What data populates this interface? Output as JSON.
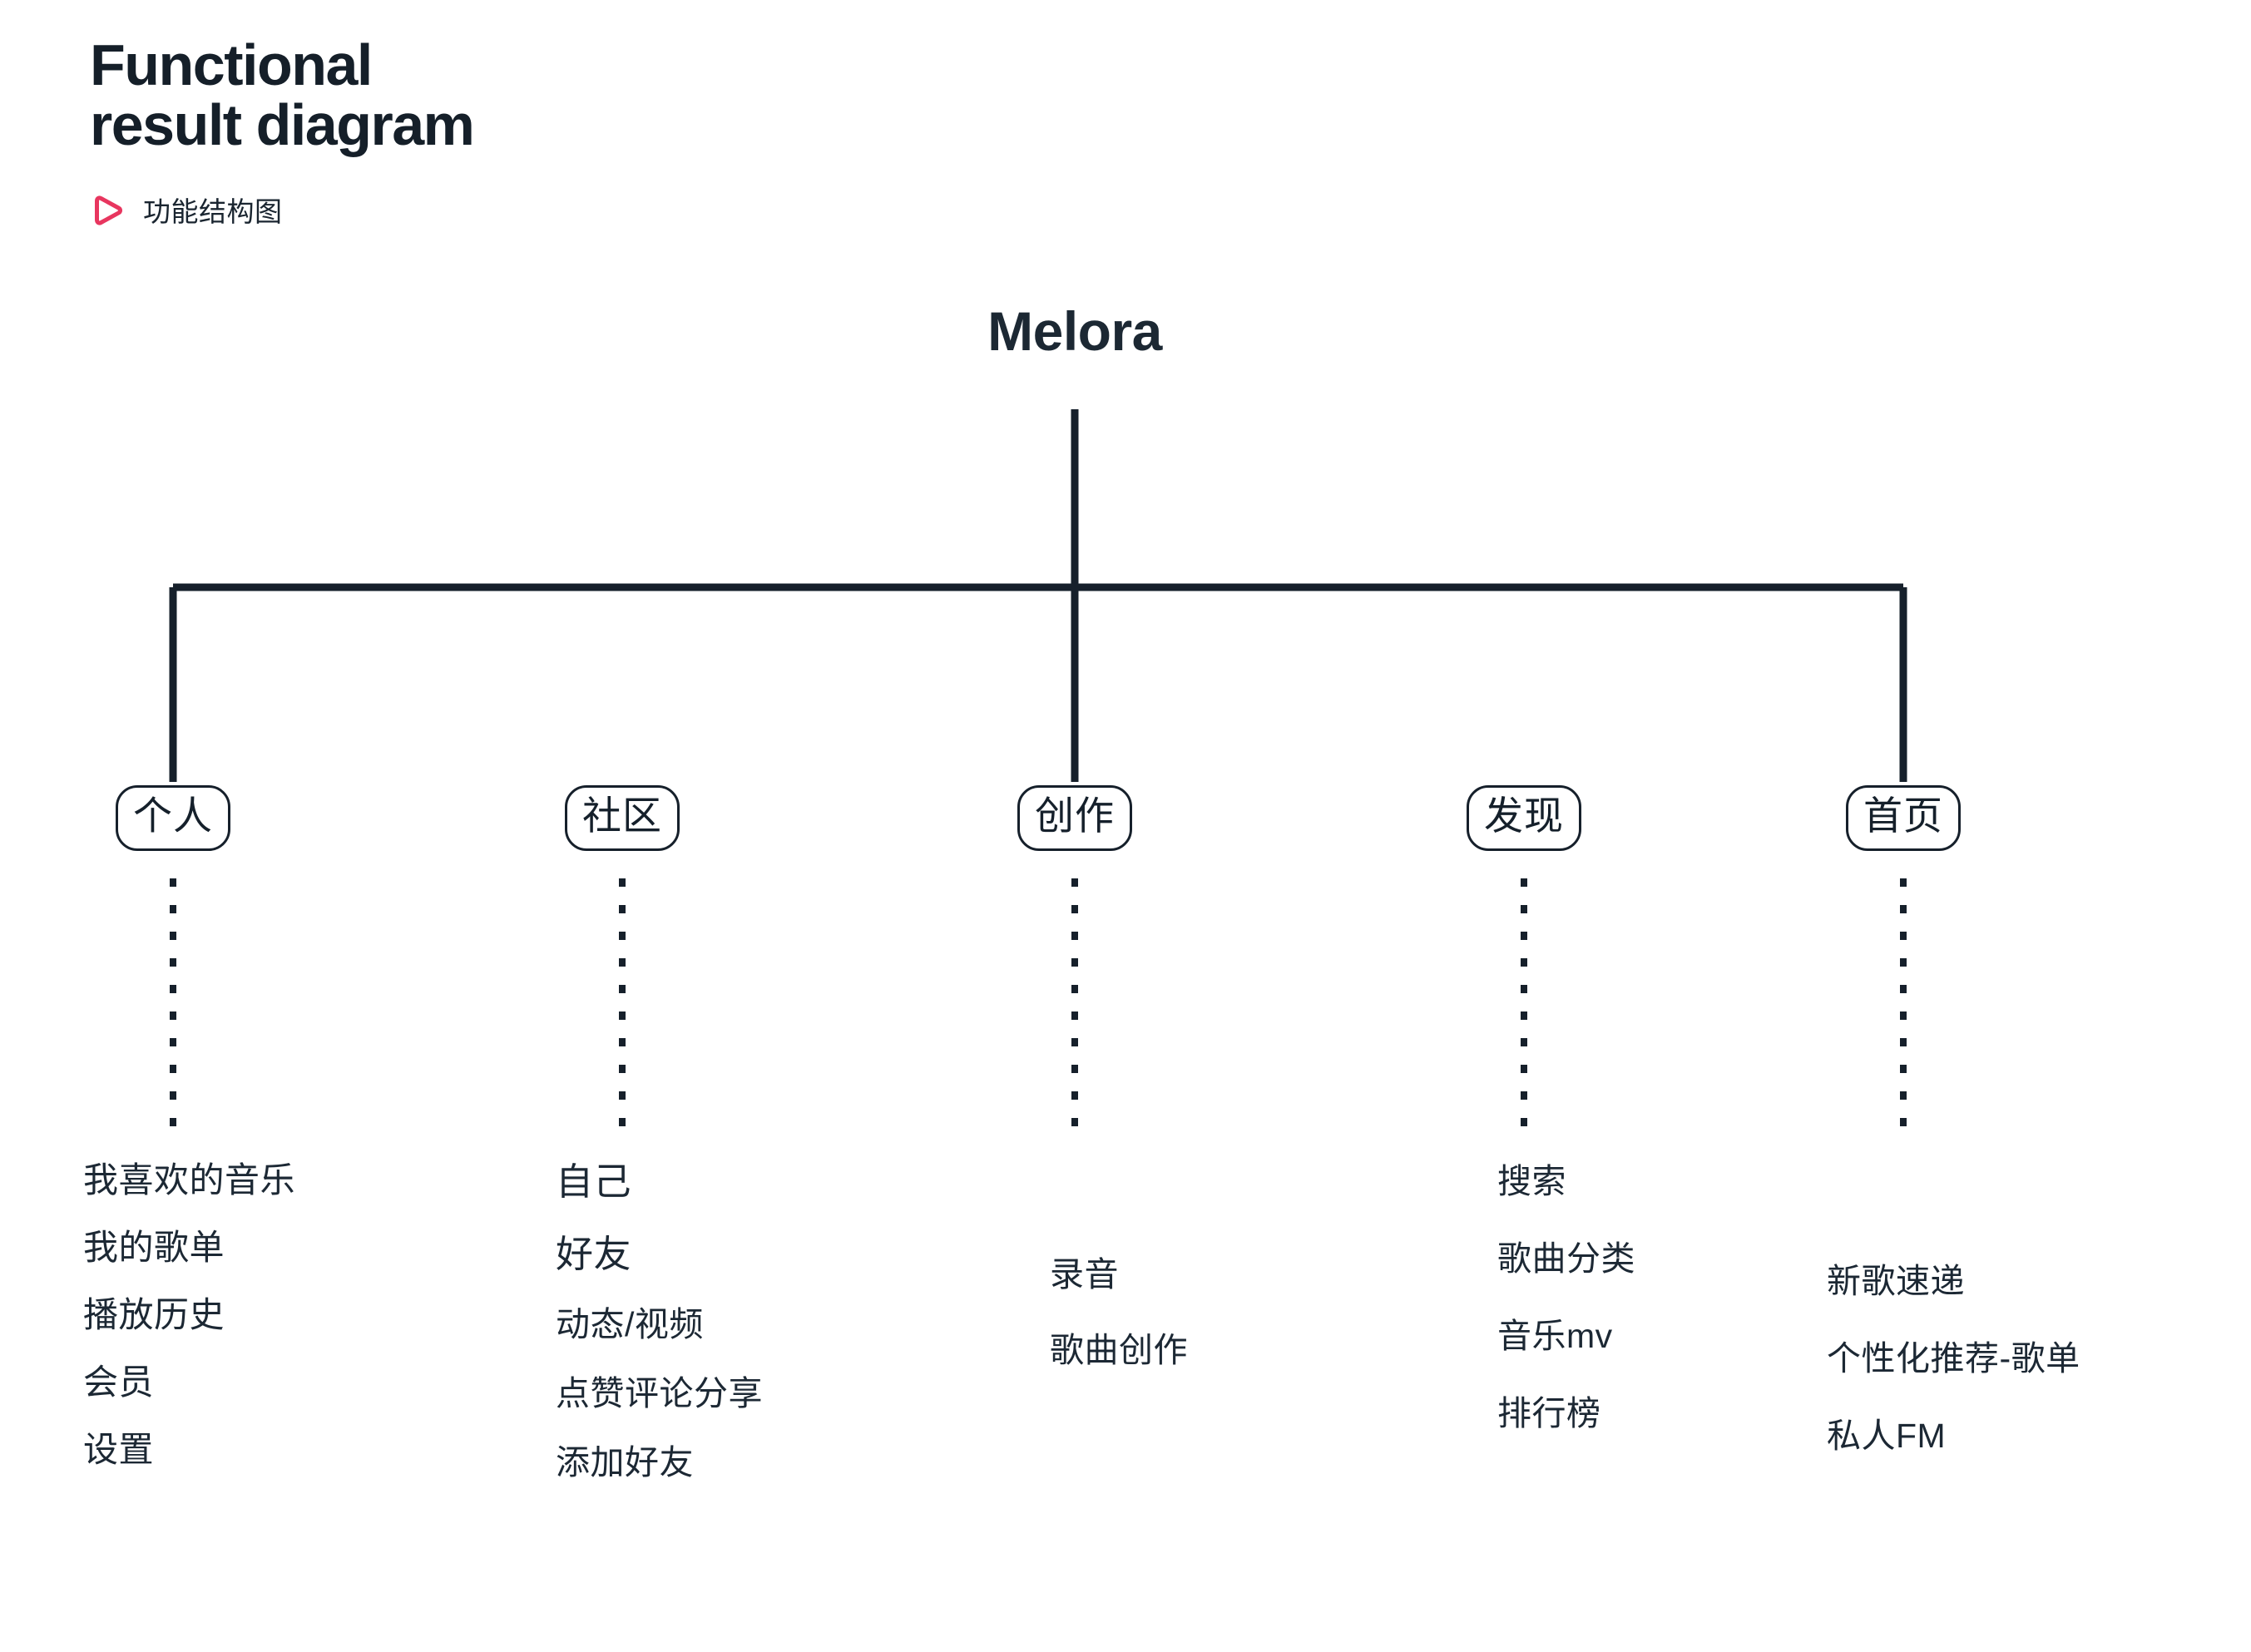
{
  "header": {
    "title": "Functional\nresult diagram",
    "subtitle": "功能结构图",
    "icon": "play-triangle-icon",
    "accent_color": "#E8365F",
    "ink_color": "#15202B"
  },
  "diagram": {
    "root": {
      "label": "Melora"
    },
    "categories": [
      {
        "id": "personal",
        "label": "个人",
        "items": [
          "我喜欢的音乐",
          "我的歌单",
          "播放历史",
          "会员",
          "设置"
        ]
      },
      {
        "id": "community",
        "label": "社区",
        "items": [
          "自己",
          "好友",
          "动态/视频",
          "点赞评论分享",
          "添加好友"
        ]
      },
      {
        "id": "create",
        "label": "创作",
        "items": [
          "录音",
          "歌曲创作"
        ]
      },
      {
        "id": "discover",
        "label": "发现",
        "items": [
          "搜索",
          "歌曲分类",
          "音乐mv",
          "排行榜"
        ]
      },
      {
        "id": "home",
        "label": "首页",
        "items": [
          "新歌速递",
          "个性化推荐-歌单",
          "私人FM"
        ]
      }
    ]
  }
}
